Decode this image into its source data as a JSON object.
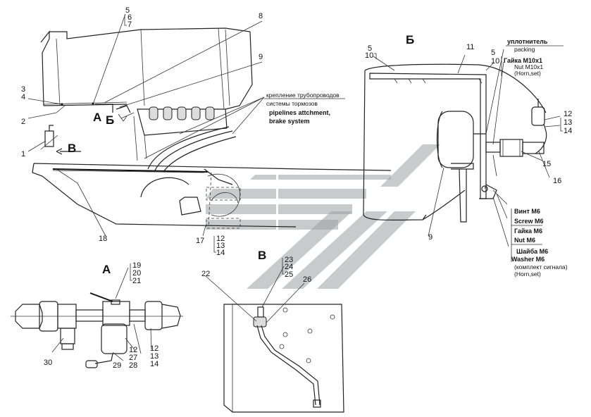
{
  "views": {
    "a": "А",
    "b": "Б",
    "v": "В"
  },
  "callouts": {
    "n1": "1",
    "n2": "2",
    "n3": "3",
    "n4": "4",
    "n5": "5",
    "n6": "6",
    "n7": "7",
    "n8": "8",
    "n9": "9",
    "n11": "11",
    "n15": "15",
    "n16": "16",
    "n17": "17",
    "n18": "18",
    "n19": "19",
    "n20": "20",
    "n21": "21",
    "n22": "22",
    "n23": "23",
    "n24": "24",
    "n25": "25",
    "n26": "26",
    "n27": "27",
    "n28": "28",
    "n29": "29",
    "n30": "30",
    "b5": "5",
    "b10": "10",
    "b5r": "5",
    "b10r": "10",
    "b9": "9",
    "b12": "12",
    "b13": "13",
    "b14": "14",
    "c12": "12",
    "c13": "13",
    "c14": "14",
    "d12": "12",
    "d13": "13",
    "d14": "14"
  },
  "notes": {
    "pipelines_ru": "крепление трубопроводов",
    "pipelines_ru2": "системы тормозов",
    "pipelines_en": "pipelines attchment,",
    "pipelines_en2": "brake system",
    "seal_ru": "уплотнитель",
    "seal_en": "packing",
    "nut_ru": "Гайка М10х1",
    "nut_en": "Nut M10x1",
    "horn_set": "(Horn,set)",
    "screw_ru": "Винт М6",
    "screw_en": "Screw M6",
    "nut6_ru": "Гайка М6",
    "nut6_en": "Nut M6",
    "washer_ru": "Шайба М6",
    "washer_en": "Washer M6",
    "signal_kit_ru": "(комплект сигнала)",
    "signal_kit_en": "(Horn,set)"
  }
}
